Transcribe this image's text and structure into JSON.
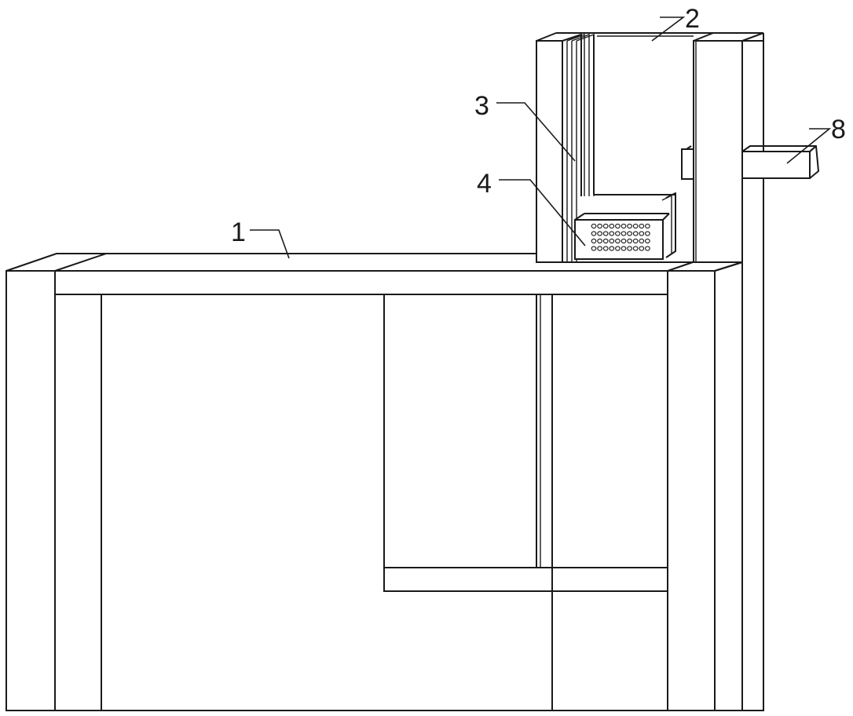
{
  "labels": {
    "part_1": "1",
    "part_2": "2",
    "part_3": "3",
    "part_4": "4",
    "part_8": "8"
  },
  "colors": {
    "line": "#1a1a1a",
    "background": "#ffffff"
  }
}
